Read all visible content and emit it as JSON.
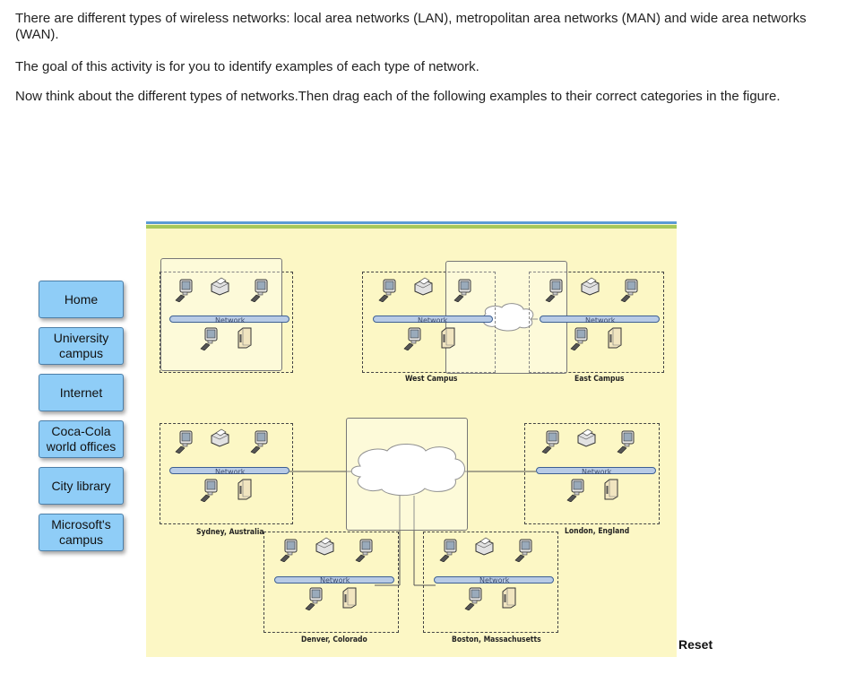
{
  "instructions": {
    "p1": "There are different types of wireless networks: local area networks (LAN), metropolitan area networks (MAN) and wide area networks (WAN).",
    "p2": "The goal of this activity is for you to identify examples of each type of network.",
    "p3": "Now think about the different types of networks.Then drag each of the following examples to their correct categories in the figure."
  },
  "draggables": [
    {
      "label": "Home"
    },
    {
      "label": "University campus"
    },
    {
      "label": "Internet"
    },
    {
      "label": "Coca-Cola world offices"
    },
    {
      "label": "City library"
    },
    {
      "label": "Microsoft's campus"
    }
  ],
  "figure": {
    "network_label": "Network",
    "sites": {
      "west_campus": "West Campus",
      "east_campus": "East Campus",
      "sydney": "Sydney, Australia",
      "london": "London, England",
      "denver": "Denver, Colorado",
      "boston": "Boston, Massachusetts"
    }
  },
  "reset_label": "Reset",
  "colors": {
    "chip_fill": "#8fcdf7",
    "figure_bg": "#fcf7c5",
    "top_bar_green": "#a6c85a",
    "top_bar_blue": "#5b9bd5"
  }
}
